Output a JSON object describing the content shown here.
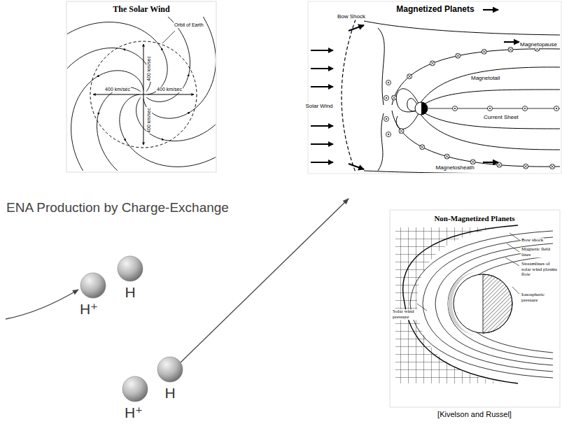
{
  "diagram": {
    "nodes": [
      {
        "text": [
          "H⁺"
        ]
      },
      {
        "text": [
          "H"
        ]
      },
      {
        "text": [
          "H"
        ]
      },
      {
        "text": [
          "H⁺"
        ]
      }
    ],
    "labels": [
      "The Solar Wind",
      "Orbit of Earth",
      "400 km/sec",
      "400 km/sec",
      "400 km/sec",
      "400 km/sec",
      "Magnetized Planets",
      "Bow Shock",
      "Magnetopause",
      "Solar Wind",
      "Magnetotail",
      "Current Sheet",
      "Magnetosheath",
      "ENA Production by Charge-Exchange",
      "Non-Magnetized Planets",
      "Bow shock",
      "Magnetic field lines",
      "Streamlines of solar wind plasma flow",
      "Ionospheric pressure",
      "Solar wind pressure",
      "[Kivelson and Russel]"
    ]
  }
}
